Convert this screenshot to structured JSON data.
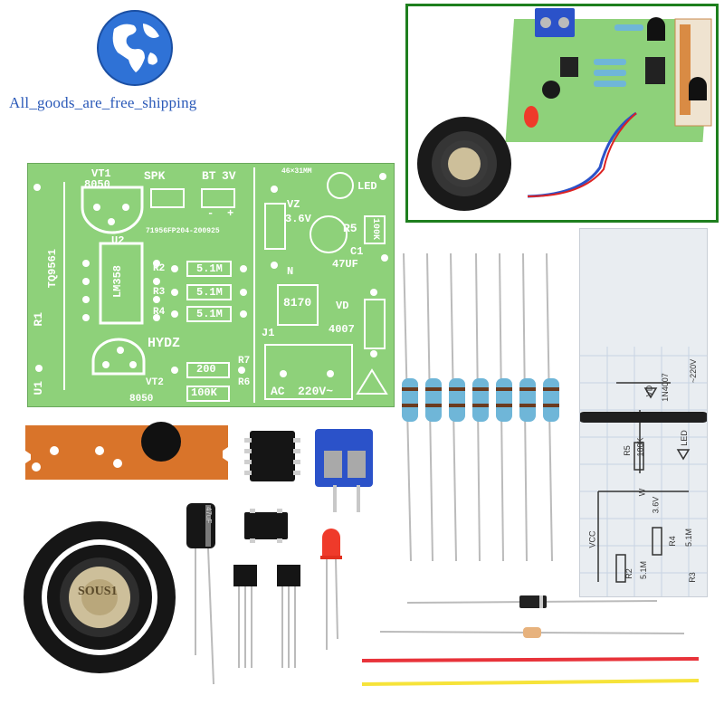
{
  "brand": {
    "text": "All_goods_are_free_shipping"
  },
  "pcb": {
    "labels": {
      "vt1": "VT1",
      "vt1_part": "8050",
      "spk": "SPK",
      "bt": "BT",
      "bt_v": "3V",
      "bt_minus": "-",
      "bt_plus": "+",
      "size": "46×31MM",
      "led": "LED",
      "vz": "VZ",
      "vz_v": "3.6V",
      "r5": "R5",
      "r5_val": "100K",
      "c1": "C1",
      "c1_val": "47UF",
      "code": "71956FP204-200925",
      "u2": "U2",
      "lm358": "LM358",
      "r2": "R2",
      "r3": "R3",
      "r4": "R4",
      "r2_val": "5.1M",
      "r3_val": "5.1M",
      "r4_val": "5.1M",
      "n": "N",
      "ic8170": "8170",
      "vd": "VD",
      "vd_val": "4007",
      "j1": "J1",
      "ac": "AC",
      "ac_v": "220V~",
      "tq": "TQ9561",
      "r1": "R1",
      "hydz": "HYDZ",
      "r7": "R7",
      "r7_val": "200",
      "r6": "R6",
      "r6_val": "100K",
      "u1": "U1",
      "vt2": "VT2",
      "vt2_part": "8050"
    }
  },
  "speaker_label": "SOUS1",
  "capacitor_label": "47uF",
  "paper": {
    "labels": [
      "VD",
      "1N4007",
      "~220V",
      "R5",
      "100K",
      "LED",
      "W",
      "3.6V",
      "VCC",
      "R4",
      "5.1M",
      "R2",
      "5.1M",
      "R3"
    ]
  },
  "colors": {
    "pcb_green": "#8ed17a",
    "terminal_blue": "#2b52c9",
    "led_red": "#ef3a2a",
    "inset_border": "#1e7f1e",
    "brand_blue": "#2a59b8"
  }
}
